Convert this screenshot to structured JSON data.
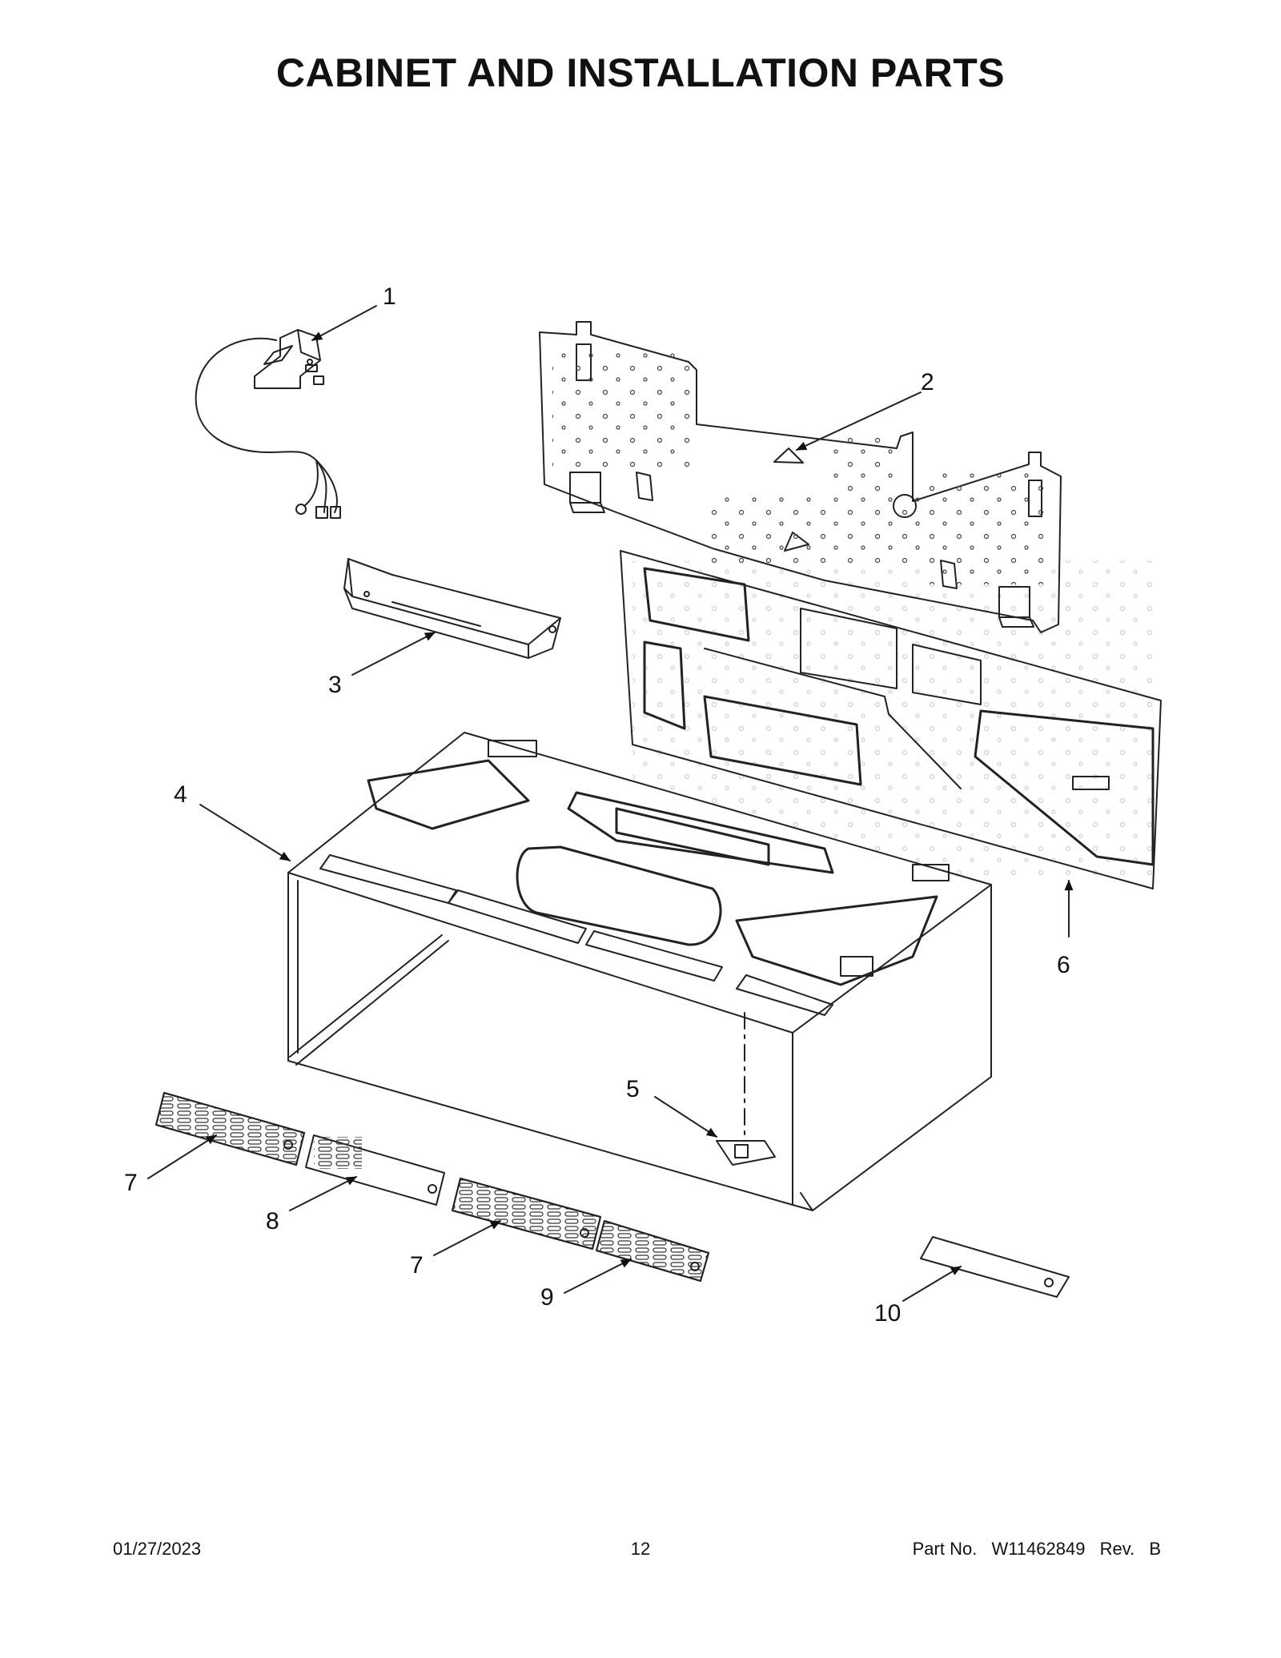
{
  "title": "CABINET AND INSTALLATION PARTS",
  "callouts": [
    "1",
    "2",
    "3",
    "4",
    "5",
    "6",
    "7",
    "8",
    "7",
    "9",
    "10"
  ],
  "footer": {
    "date": "01/27/2023",
    "page": "12",
    "part_label": "Part No.",
    "part_number": "W11462849",
    "rev_label": "Rev.",
    "rev": "B"
  }
}
